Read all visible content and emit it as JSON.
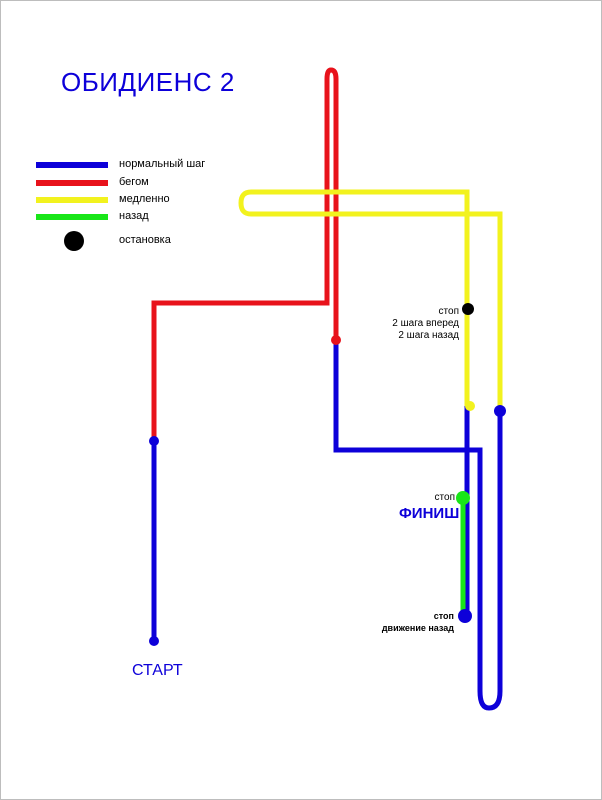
{
  "title": "ОБИДИЕНС 2",
  "legend": {
    "normal": "нормальный шаг",
    "run": "бегом",
    "slow": "медленно",
    "back": "назад",
    "stop": "остановка"
  },
  "notes": {
    "stop1_line1": "стоп",
    "stop1_line2": "2 шага вперед",
    "stop1_line3": "2 шага назад",
    "stop2": "стоп",
    "stop3_line1": "стоп",
    "stop3_line2": "движение назад"
  },
  "labels": {
    "start": "СТАРТ",
    "finish": "ФИНИШ"
  },
  "colors": {
    "normal": "#0d00d9",
    "run": "#e8121b",
    "slow": "#f2f21e",
    "back": "#19e619",
    "stop": "#000000"
  }
}
